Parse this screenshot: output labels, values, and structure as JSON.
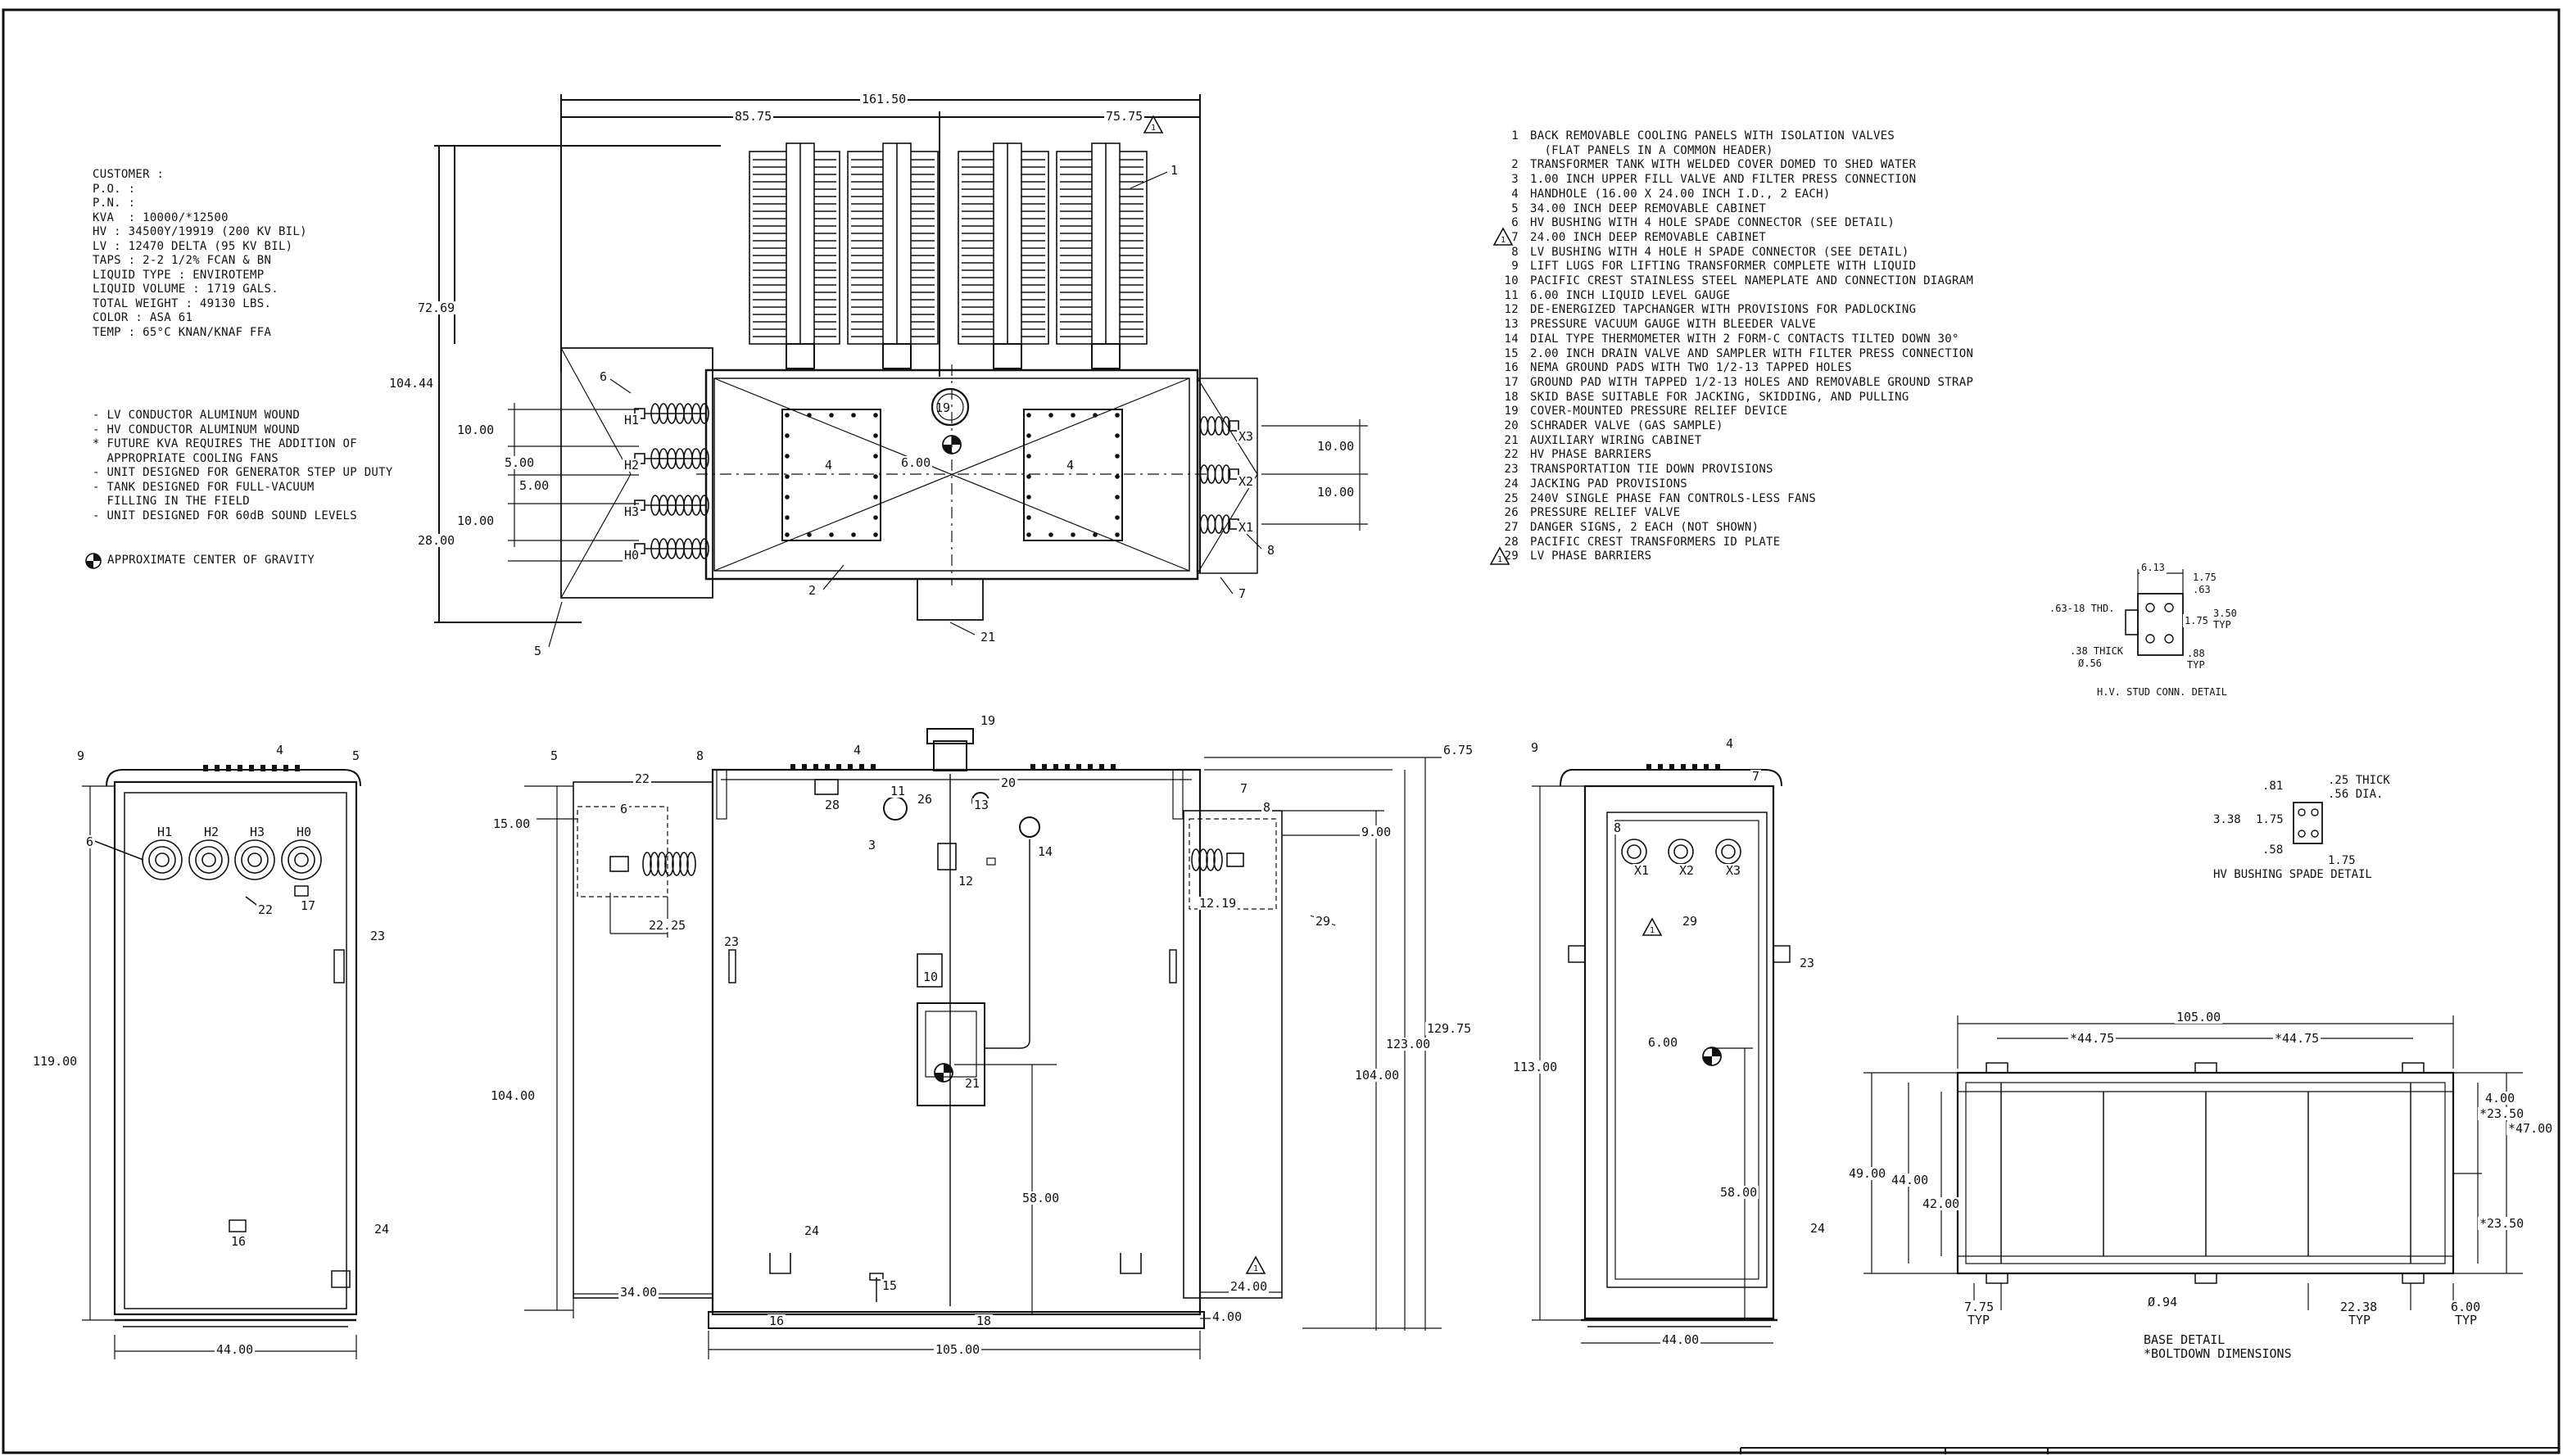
{
  "spec_block": {
    "lines": [
      "CUSTOMER :",
      "P.O. :",
      "P.N. :",
      "KVA  : 10000/*12500",
      "HV : 34500Y/19919 (200 KV BIL)",
      "LV : 12470 DELTA (95 KV BIL)",
      "TAPS : 2-2 1/2% FCAN & BN",
      "LIQUID TYPE : ENVIROTEMP",
      "LIQUID VOLUME : 1719 GALS.",
      "TOTAL WEIGHT : 49130 LBS.",
      "COLOR : ASA 61",
      "TEMP : 65°C KNAN/KNAF FFA"
    ],
    "notes": [
      "- LV CONDUCTOR ALUMINUM WOUND",
      "- HV CONDUCTOR ALUMINUM WOUND",
      "* FUTURE KVA REQUIRES THE ADDITION OF",
      "  APPROPRIATE COOLING FANS",
      "- UNIT DESIGNED FOR GENERATOR STEP UP DUTY",
      "- TANK DESIGNED FOR FULL-VACUUM",
      "  FILLING IN THE FIELD",
      "- UNIT DESIGNED FOR 60dB SOUND LEVELS"
    ],
    "cog_label": "APPROXIMATE CENTER OF GRAVITY"
  },
  "parts_list": [
    {
      "num": "1",
      "text": "BACK REMOVABLE COOLING PANELS WITH ISOLATION VALVES"
    },
    {
      "num": "",
      "text": "  (FLAT PANELS IN A COMMON HEADER)"
    },
    {
      "num": "2",
      "text": "TRANSFORMER TANK WITH WELDED COVER DOMED TO SHED WATER"
    },
    {
      "num": "3",
      "text": "1.00 INCH UPPER FILL VALVE AND FILTER PRESS CONNECTION"
    },
    {
      "num": "4",
      "text": "HANDHOLE (16.00 X 24.00 INCH I.D., 2 EACH)"
    },
    {
      "num": "5",
      "text": "34.00 INCH DEEP REMOVABLE CABINET"
    },
    {
      "num": "6",
      "text": "HV BUSHING WITH 4 HOLE SPADE CONNECTOR (SEE DETAIL)"
    },
    {
      "num": "7",
      "text": "24.00 INCH DEEP REMOVABLE CABINET"
    },
    {
      "num": "8",
      "text": "LV BUSHING WITH 4 HOLE H SPADE CONNECTOR (SEE DETAIL)"
    },
    {
      "num": "9",
      "text": "LIFT LUGS FOR LIFTING TRANSFORMER COMPLETE WITH LIQUID"
    },
    {
      "num": "10",
      "text": "PACIFIC CREST STAINLESS STEEL NAMEPLATE AND CONNECTION DIAGRAM"
    },
    {
      "num": "11",
      "text": "6.00 INCH LIQUID LEVEL GAUGE"
    },
    {
      "num": "12",
      "text": "DE-ENERGIZED TAPCHANGER WITH PROVISIONS FOR PADLOCKING"
    },
    {
      "num": "13",
      "text": "PRESSURE VACUUM GAUGE WITH BLEEDER VALVE"
    },
    {
      "num": "14",
      "text": "DIAL TYPE THERMOMETER WITH 2 FORM-C CONTACTS TILTED DOWN 30°"
    },
    {
      "num": "15",
      "text": "2.00 INCH DRAIN VALVE AND SAMPLER WITH FILTER PRESS CONNECTION"
    },
    {
      "num": "16",
      "text": "NEMA GROUND PADS WITH TWO 1/2-13 TAPPED HOLES"
    },
    {
      "num": "17",
      "text": "GROUND PAD WITH TAPPED 1/2-13 HOLES AND REMOVABLE GROUND STRAP"
    },
    {
      "num": "18",
      "text": "SKID BASE SUITABLE FOR JACKING, SKIDDING, AND PULLING"
    },
    {
      "num": "19",
      "text": "COVER-MOUNTED PRESSURE RELIEF DEVICE"
    },
    {
      "num": "20",
      "text": "SCHRADER VALVE (GAS SAMPLE)"
    },
    {
      "num": "21",
      "text": "AUXILIARY WIRING CABINET"
    },
    {
      "num": "22",
      "text": "HV PHASE BARRIERS"
    },
    {
      "num": "23",
      "text": "TRANSPORTATION TIE DOWN PROVISIONS"
    },
    {
      "num": "24",
      "text": "JACKING PAD PROVISIONS"
    },
    {
      "num": "25",
      "text": "240V SINGLE PHASE FAN CONTROLS-LESS FANS"
    },
    {
      "num": "26",
      "text": "PRESSURE RELIEF VALVE"
    },
    {
      "num": "27",
      "text": "DANGER SIGNS, 2 EACH (NOT SHOWN)"
    },
    {
      "num": "28",
      "text": "PACIFIC CREST TRANSFORMERS ID PLATE"
    },
    {
      "num": "29",
      "text": "LV PHASE BARRIERS"
    }
  ],
  "top_view": {
    "dim_overall": "161.50",
    "dim_left": "85.75",
    "dim_right": "75.75",
    "dim_height_a": "72.69",
    "dim_height_b": "104.44",
    "dim_hv_pitch_1": "10.00",
    "dim_hv_pitch_2": "10.00",
    "dim_hv_off_1": "5.00",
    "dim_hv_off_2": "5.00",
    "dim_bottom": "28.00",
    "dim_center": "6.00",
    "dim_lv_1": "10.00",
    "dim_lv_2": "10.00",
    "hv_labels": [
      "H1",
      "H2",
      "H3",
      "H0"
    ],
    "lv_labels": [
      "X3",
      "X2",
      "X1"
    ],
    "handhole_label": "4",
    "prv_label": "19",
    "callouts": {
      "c1": "1",
      "c2": "2",
      "c5": "5",
      "c6": "6",
      "c7": "7",
      "c8": "8",
      "c21": "21"
    }
  },
  "hv_side_view": {
    "dim_height": "119.00",
    "dim_width": "44.00",
    "labels": [
      "H1",
      "H2",
      "H3",
      "H0"
    ],
    "callouts": {
      "c9": "9",
      "c4": "4",
      "c5": "5",
      "c6": "6",
      "c22": "22",
      "c17": "17",
      "c23": "23",
      "c24": "24",
      "c16": "16"
    }
  },
  "front_view": {
    "dim_top": "6.75",
    "dim_cab_a": "15.00",
    "dim_cab_b": "22.25",
    "dim_lv_a": "9.00",
    "dim_lv_b": "12.19",
    "dim_h1": "104.00",
    "dim_h2": "104.00",
    "dim_h3": "123.00",
    "dim_h4": "129.75",
    "dim_cab_depth": "34.00",
    "dim_lv_depth": "24.00",
    "dim_58": "58.00",
    "dim_base": "105.00",
    "dim_foot": "4.00",
    "callouts": {
      "c5": "5",
      "c8": "8",
      "c4": "4",
      "c19": "19",
      "c22": "22",
      "c6": "6",
      "c28": "28",
      "c11": "11",
      "c26": "26",
      "c13": "13",
      "c20": "20",
      "c3": "3",
      "c12": "12",
      "c14": "14",
      "c7": "7",
      "c8b": "8",
      "c29": "29",
      "c23": "23",
      "c10": "10",
      "c21": "21",
      "c24": "24",
      "c15": "15",
      "c16": "16",
      "c18": "18"
    }
  },
  "lv_side_view": {
    "dim_height": "113.00",
    "dim_width": "44.00",
    "dim_cog_h": "6.00",
    "dim_58": "58.00",
    "labels": [
      "X1",
      "X2",
      "X3"
    ],
    "callouts": {
      "c9": "9",
      "c4": "4",
      "c7": "7",
      "c8": "8",
      "c29": "29",
      "c23": "23",
      "c24": "24"
    }
  },
  "hv_stud_detail": {
    "title": "H.V. STUD CONN. DETAIL",
    "labels": [
      "6.13",
      "1.75",
      ".63",
      ".63-18 THD.",
      "1.75",
      "3.50",
      "TYP",
      ".38 THICK",
      "Ø.56",
      ".88",
      "TYP"
    ]
  },
  "hv_spade_detail": {
    "title": "HV BUSHING SPADE DETAIL",
    "labels": [
      ".81",
      ".25 THICK",
      ".56 DIA.",
      "3.38",
      "1.75",
      ".58",
      "1.75"
    ]
  },
  "base_detail": {
    "title": "BASE DETAIL",
    "subtitle": "*BOLTDOWN DIMENSIONS",
    "dims": {
      "overall": "105.00",
      "a": "*44.75",
      "b": "*44.75",
      "h1": "49.00",
      "h2": "44.00",
      "h3": "42.00",
      "r1": "4.00",
      "r2": "*23.50",
      "r3": "*47.00",
      "r4": "*23.50",
      "b1": "7.75",
      "b1t": "TYP",
      "hole": "Ø.94",
      "b2": "22.38",
      "b2t": "TYP",
      "b3": "6.00",
      "b3t": "TYP"
    }
  }
}
